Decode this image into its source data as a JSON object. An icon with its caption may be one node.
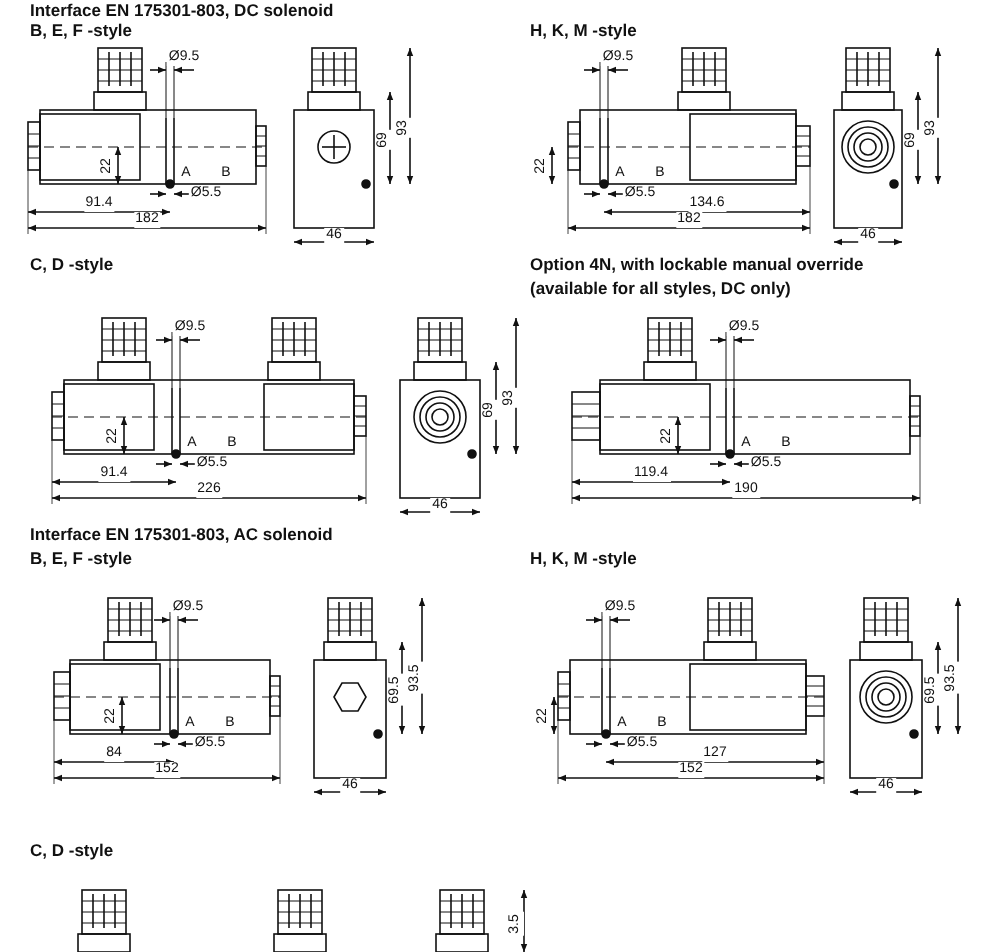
{
  "diagram": {
    "labels": [
      "Interface EN 175301-803, DC solenoid",
      "B, E, F -style",
      "H, K, M -style",
      "Ø9.5",
      "22",
      "A",
      "B",
      "Ø5.5",
      "91.4",
      "182",
      "69",
      "93",
      "46",
      "Ø9.5",
      "22",
      "A",
      "B",
      "Ø5.5",
      "134.6",
      "182",
      "69",
      "93",
      "46",
      "C, D -style",
      "Option 4N, with lockable manual override",
      "(available for all styles, DC only)",
      "Ø9.5",
      "22",
      "A",
      "B",
      "Ø5.5",
      "91.4",
      "226",
      "69",
      "93",
      "46",
      "Ø9.5",
      "22",
      "A",
      "B",
      "Ø5.5",
      "119.4",
      "190",
      "Interface EN 175301-803, AC solenoid",
      "B, E, F -style",
      "H, K, M -style",
      "Ø9.5",
      "22",
      "A",
      "B",
      "Ø5.5",
      "84",
      "152",
      "69.5",
      "93.5",
      "46",
      "Ø9.5",
      "22",
      "A",
      "B",
      "Ø5.5",
      "127",
      "152",
      "69.5",
      "93.5",
      "46",
      "C, D -style",
      "3.5"
    ]
  }
}
